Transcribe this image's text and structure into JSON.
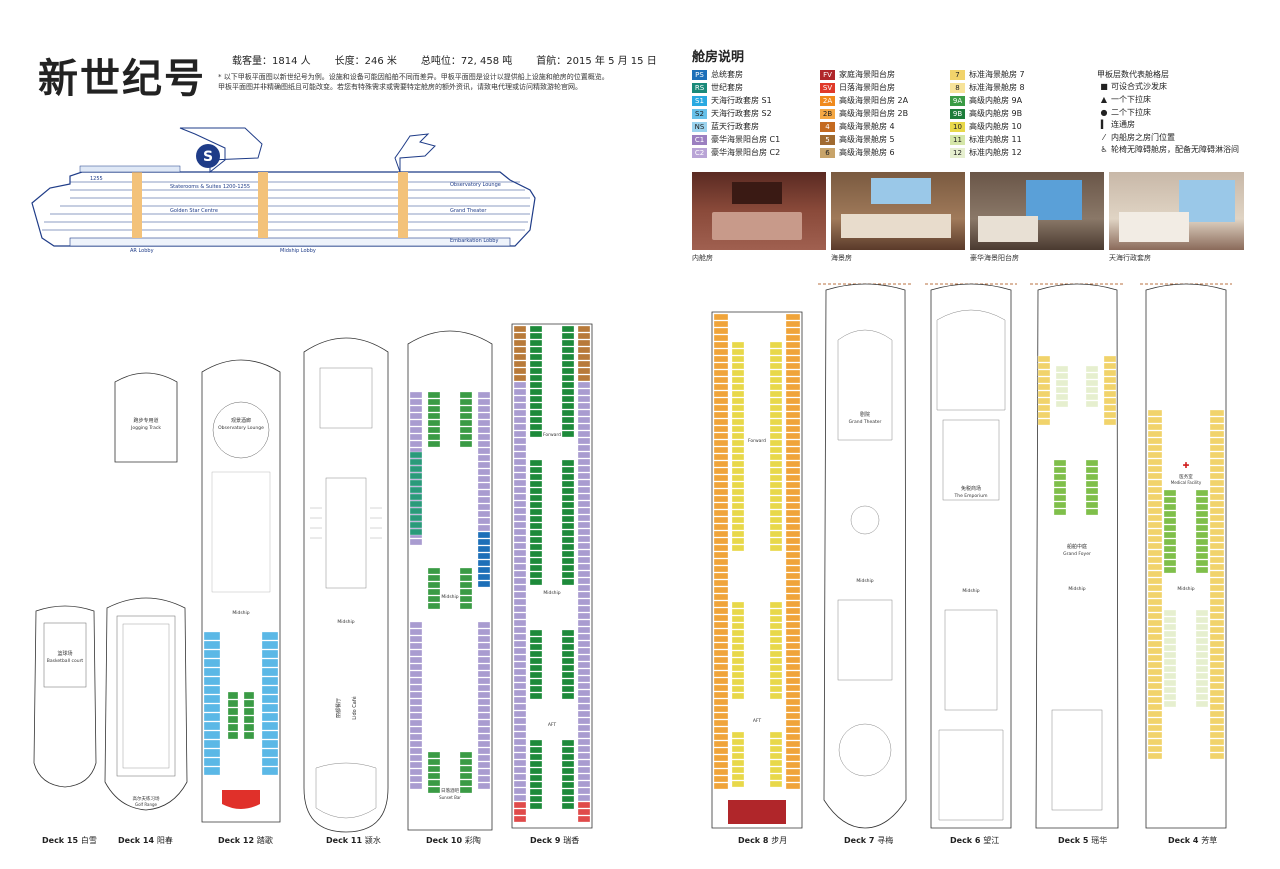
{
  "header": {
    "title": "新世纪号",
    "stats": {
      "capacity": "载客量：1814 人",
      "length": "长度：246 米",
      "tonnage": "总吨位：72, 458 吨",
      "maiden": "首航：2015 年 5 月 15 日"
    },
    "notes": [
      "* 以下甲板平面图以新世纪号为例。设施和设备可能因船舶不同而差异。甲板平面图是设计以提供船上设施和舱房的位置概览。",
      "甲板平面图并非精确图纸且可能改变。若您有特殊需求或需要特定舱房的额外资讯，请致电代理或访问精致游轮官网。"
    ]
  },
  "legend": {
    "title": "舱房说明",
    "columns": [
      [
        {
          "code": "PS",
          "label": "总统套房",
          "color": "#1d6fb8"
        },
        {
          "code": "RS",
          "label": "世纪套房",
          "color": "#1a8a7a"
        },
        {
          "code": "S1",
          "label": "天海行政套房 S1",
          "color": "#29a9e1"
        },
        {
          "code": "S2",
          "label": "天海行政套房 S2",
          "color": "#67c1ea"
        },
        {
          "code": "NS",
          "label": "蓝天行政套房",
          "color": "#9bd3ee"
        },
        {
          "code": "C1",
          "label": "豪华海景阳台房 C1",
          "color": "#9b7fc0"
        },
        {
          "code": "C2",
          "label": "豪华海景阳台房 C2",
          "color": "#b9a4d6"
        }
      ],
      [
        {
          "code": "FV",
          "label": "家庭海景阳台房",
          "color": "#b0262a"
        },
        {
          "code": "SV",
          "label": "日落海景阳台房",
          "color": "#e03a2a"
        },
        {
          "code": "2A",
          "label": "高级海景阳台房 2A",
          "color": "#f08a1c"
        },
        {
          "code": "2B",
          "label": "高级海景阳台房 2B",
          "color": "#f5a843"
        },
        {
          "code": "4",
          "label": "高级海景舱房 4",
          "color": "#c46a20"
        },
        {
          "code": "5",
          "label": "高级海景舱房 5",
          "color": "#a06a2f"
        },
        {
          "code": "6",
          "label": "高级海景舱房 6",
          "color": "#c8a46a"
        }
      ],
      [
        {
          "code": "7",
          "label": "标准海景舱房 7",
          "color": "#f1d36b"
        },
        {
          "code": "8",
          "label": "标准海景舱房 8",
          "color": "#f7e39a"
        },
        {
          "code": "9A",
          "label": "高级内舱房 9A",
          "color": "#3a9b45"
        },
        {
          "code": "9B",
          "label": "高级内舱房 9B",
          "color": "#1d7d3a"
        },
        {
          "code": "10",
          "label": "高级内舱房 10",
          "color": "#e8d84a"
        },
        {
          "code": "11",
          "label": "标准内舱房 11",
          "color": "#d5e6a8"
        },
        {
          "code": "12",
          "label": "标准内舱房 12",
          "color": "#e6efcf"
        }
      ]
    ],
    "symbols_title": "甲板层数代表舱格层",
    "symbols": [
      {
        "icon": "square-icon",
        "glyph": "■",
        "label": "可设合式沙发床"
      },
      {
        "icon": "triangle-icon",
        "glyph": "▲",
        "label": "一个下拉床"
      },
      {
        "icon": "dot-icon",
        "glyph": "●",
        "label": "二个下拉床"
      },
      {
        "icon": "bar-icon",
        "glyph": "▍",
        "label": "连通房"
      },
      {
        "icon": "door-icon",
        "glyph": "⁄",
        "label": "内船房之房门位置"
      },
      {
        "icon": "wheelchair-icon",
        "glyph": "♿",
        "label": "轮椅无障碍舱房，配备无障碍淋浴间"
      }
    ]
  },
  "photos": [
    {
      "caption": "内舱房"
    },
    {
      "caption": "海景房"
    },
    {
      "caption": ""
    },
    {
      "caption": "豪华海景阳台房"
    },
    {
      "caption": "天海行政套房"
    }
  ],
  "ship_profile": {
    "labels": [
      {
        "text": "1255",
        "deck": "15"
      },
      {
        "text": "Observatory Lounge",
        "deck": "14"
      },
      {
        "text": "Staterooms & Suites 1200-1255",
        "deck": "12"
      },
      {
        "text": "Golden Star Centre",
        "deck": "10"
      },
      {
        "text": "Grand Theater",
        "deck": "8"
      },
      {
        "text": "Embarkation Lobby",
        "deck": "5"
      },
      {
        "text": "Midship Lobby",
        "deck": "4"
      },
      {
        "text": "AR Lobby",
        "deck": "3"
      }
    ]
  },
  "decks": [
    {
      "number": "Deck 15",
      "name": "白雪",
      "feature": "篮球场",
      "feature_en": "Basketball court"
    },
    {
      "number": "Deck 14",
      "name": "阳春",
      "feature": "高尔夫练习场",
      "feature_en": "Golf Range"
    },
    {
      "number": "Deck 12",
      "name": "踏歌",
      "feature": "观景酒廊",
      "feature_en": "Observatory Lounge"
    },
    {
      "number": "Deck 11",
      "name": "颍水",
      "feature": "丽都餐厅",
      "feature_en": "Lido Café"
    },
    {
      "number": "Deck 10",
      "name": "彩陶",
      "feature": "日落酒吧",
      "feature_en": "Sunset Bar"
    },
    {
      "number": "Deck 9",
      "name": "瑞香",
      "feature": "Forward",
      "feature_en": "Midship"
    },
    {
      "number": "Deck 8",
      "name": "步月",
      "feature": "Forward",
      "feature_en": "AFT"
    },
    {
      "number": "Deck 7",
      "name": "寻梅",
      "feature": "剧院",
      "feature_en": "Grand Theater"
    },
    {
      "number": "Deck 6",
      "name": "望江",
      "feature": "免税商场",
      "feature_en": "The Emporium"
    },
    {
      "number": "Deck 5",
      "name": "瑶华",
      "feature": "船舶中庭",
      "feature_en": "Grand Foyer"
    },
    {
      "number": "Deck 4",
      "name": "芳草",
      "feature": "医务室",
      "feature_en": "Medical Facility"
    }
  ],
  "deck14_track": {
    "label": "跑步专用道",
    "label_en": "Jogging Track"
  },
  "orientation": {
    "forward": "Forward",
    "midship": "Midship",
    "aft": "AFT"
  }
}
